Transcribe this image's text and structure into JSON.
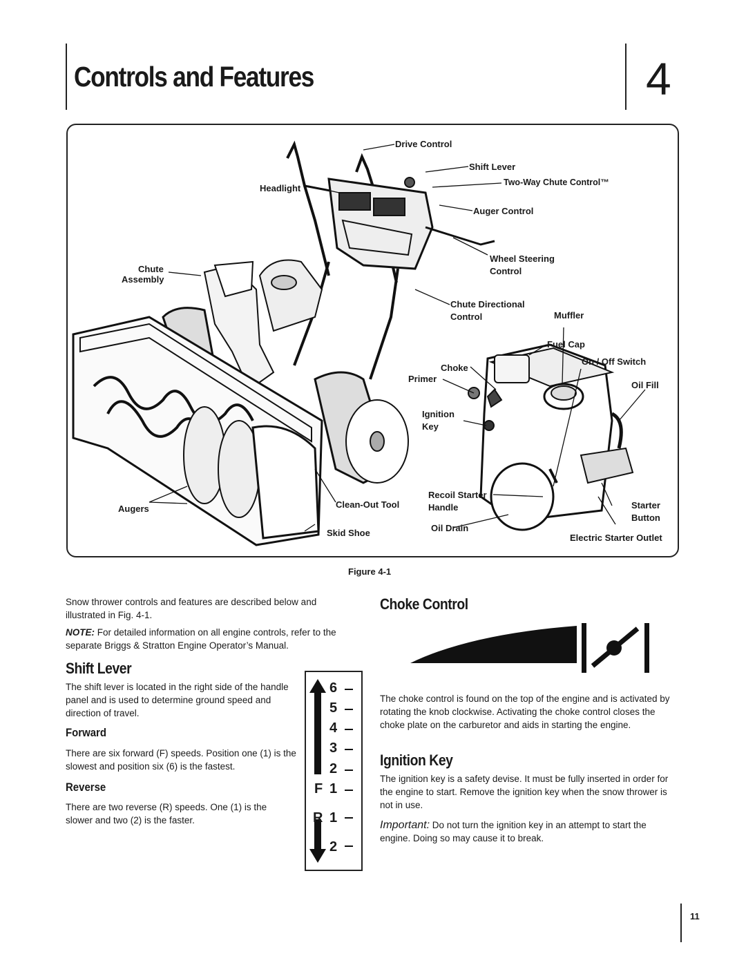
{
  "header": {
    "title": "Controls and Features",
    "chapter_number": "4"
  },
  "figure": {
    "caption": "Figure 4-1",
    "labels": {
      "drive_control": "Drive Control",
      "shift_lever": "Shift Lever",
      "chute_control": "Two-Way Chute Control™",
      "headlight": "Headlight",
      "auger_control": "Auger Control",
      "chute_assembly_1": "Chute",
      "chute_assembly_2": "Assembly",
      "wheel_steering_1": "Wheel Steering",
      "wheel_steering_2": "Control",
      "chute_directional_1": "Chute Directional",
      "chute_directional_2": "Control",
      "muffler": "Muffler",
      "fuel_cap": "Fuel Cap",
      "choke": "Choke",
      "on_off_switch": "On / Off Switch",
      "primer": "Primer",
      "oil_fill": "Oil Fill",
      "ignition_1": "Ignition",
      "ignition_2": "Key",
      "recoil_1": "Recoil Starter",
      "recoil_2": "Handle",
      "starter_1": "Starter",
      "starter_2": "Button",
      "augers": "Augers",
      "clean_out_tool": "Clean-Out Tool",
      "skid_shoe": "Skid Shoe",
      "oil_drain": "Oil Drain",
      "electric_starter": "Electric Starter Outlet"
    }
  },
  "intro": {
    "text": "Snow thrower controls and features are described below and illustrated  in Fig. 4-1.",
    "note_label": "NOTE:",
    "note_text": " For detailed information on all engine controls, refer to the separate Briggs & Stratton Engine Operator’s Manual."
  },
  "shift_lever": {
    "heading": "Shift Lever",
    "text": "The shift lever is located in the right side of the handle panel and is used to determine ground speed and direction of travel.",
    "forward_heading": "Forward",
    "forward_text": "There are six forward (F) speeds. Position one (1) is the slowest and position six (6) is the fastest.",
    "reverse_heading": "Reverse",
    "reverse_text": "There are two reverse (R) speeds. One (1) is the slower and two (2) is the faster.",
    "panel": {
      "s6": "6",
      "s5": "5",
      "s4": "4",
      "s3": "3",
      "s2": "2",
      "f": "F",
      "f1": "1",
      "r": "R",
      "r1": "1",
      "r2": "2"
    }
  },
  "choke_control": {
    "heading": "Choke Control",
    "text": "The choke control is found on the top of the engine and is activated by rotating the knob clockwise. Activating the choke control closes the choke plate on the carburetor and aids in starting the engine."
  },
  "ignition_key": {
    "heading": "Ignition Key",
    "text": "The ignition key is a safety devise. It must be fully inserted in order for the engine to start. Remove the ignition key when the snow thrower is not in use.",
    "important_label": "Important:",
    "important_text": " Do not turn the ignition key in an attempt to start the engine. Doing so may cause it to break."
  },
  "footer": {
    "page_number": "11"
  }
}
